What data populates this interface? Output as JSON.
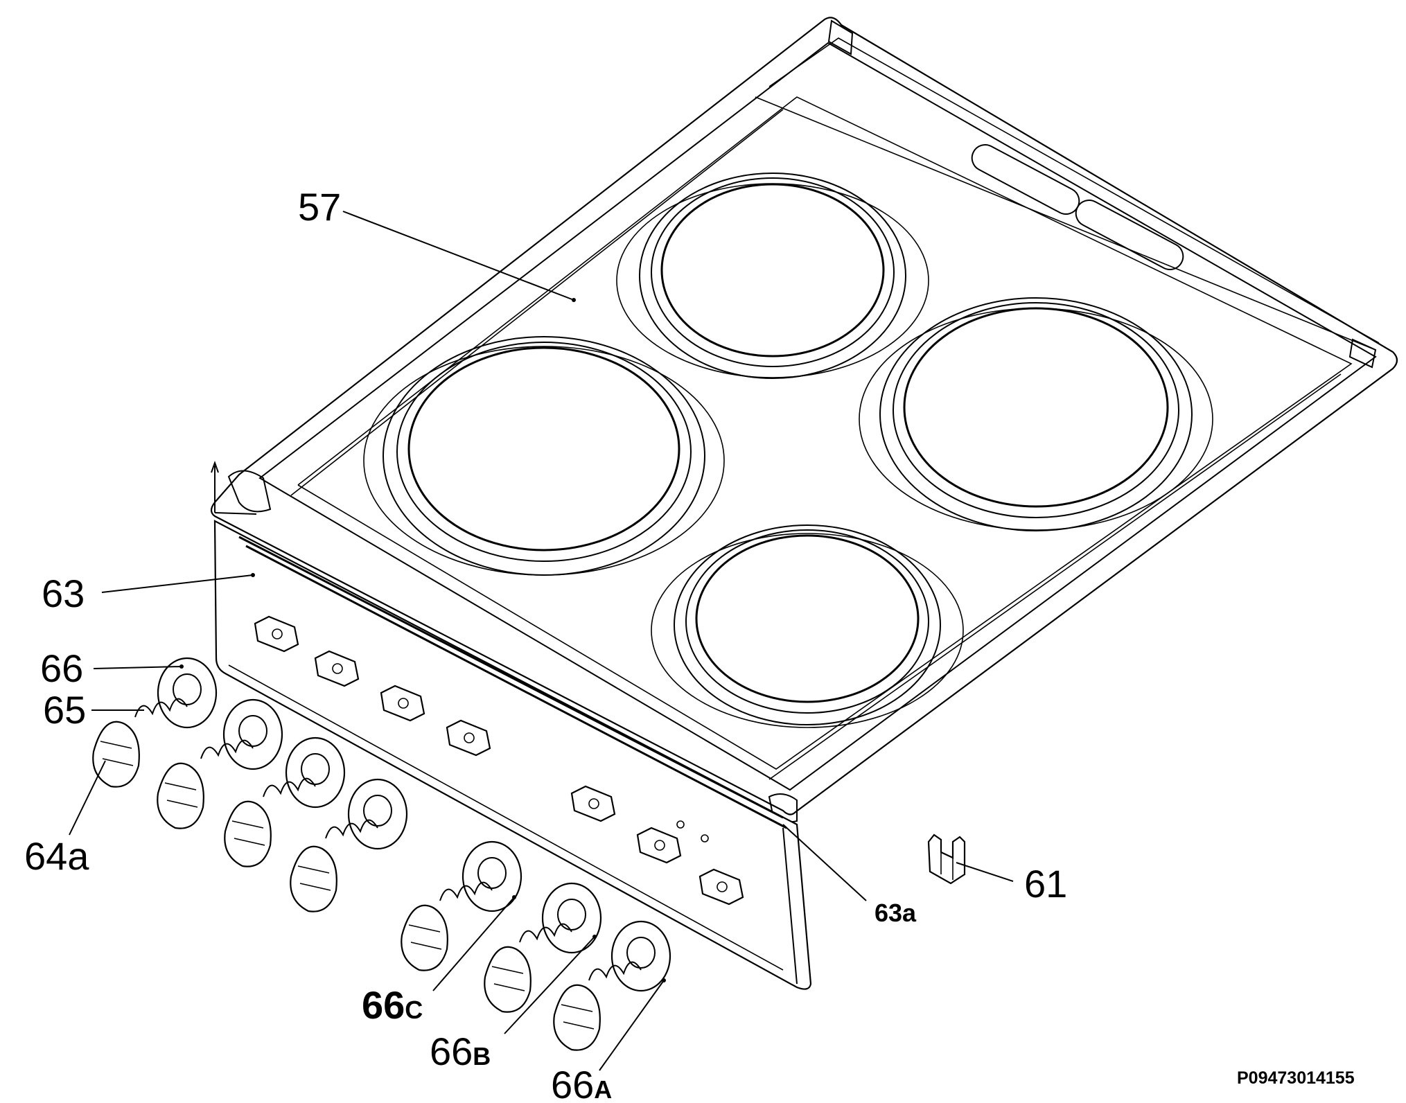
{
  "labels": {
    "l57": "57",
    "l63": "63",
    "l66": "66",
    "l65": "65",
    "l64a": "64a",
    "l61": "61",
    "l63a": "63a",
    "l66c_num": "66",
    "l66c_suf": "C",
    "l66b_num": "66",
    "l66b_suf": "B",
    "l66a_num": "66",
    "l66a_suf": "A"
  },
  "drawing_code": "P09473014155",
  "colors": {
    "line": "#000000",
    "background": "#ffffff"
  }
}
